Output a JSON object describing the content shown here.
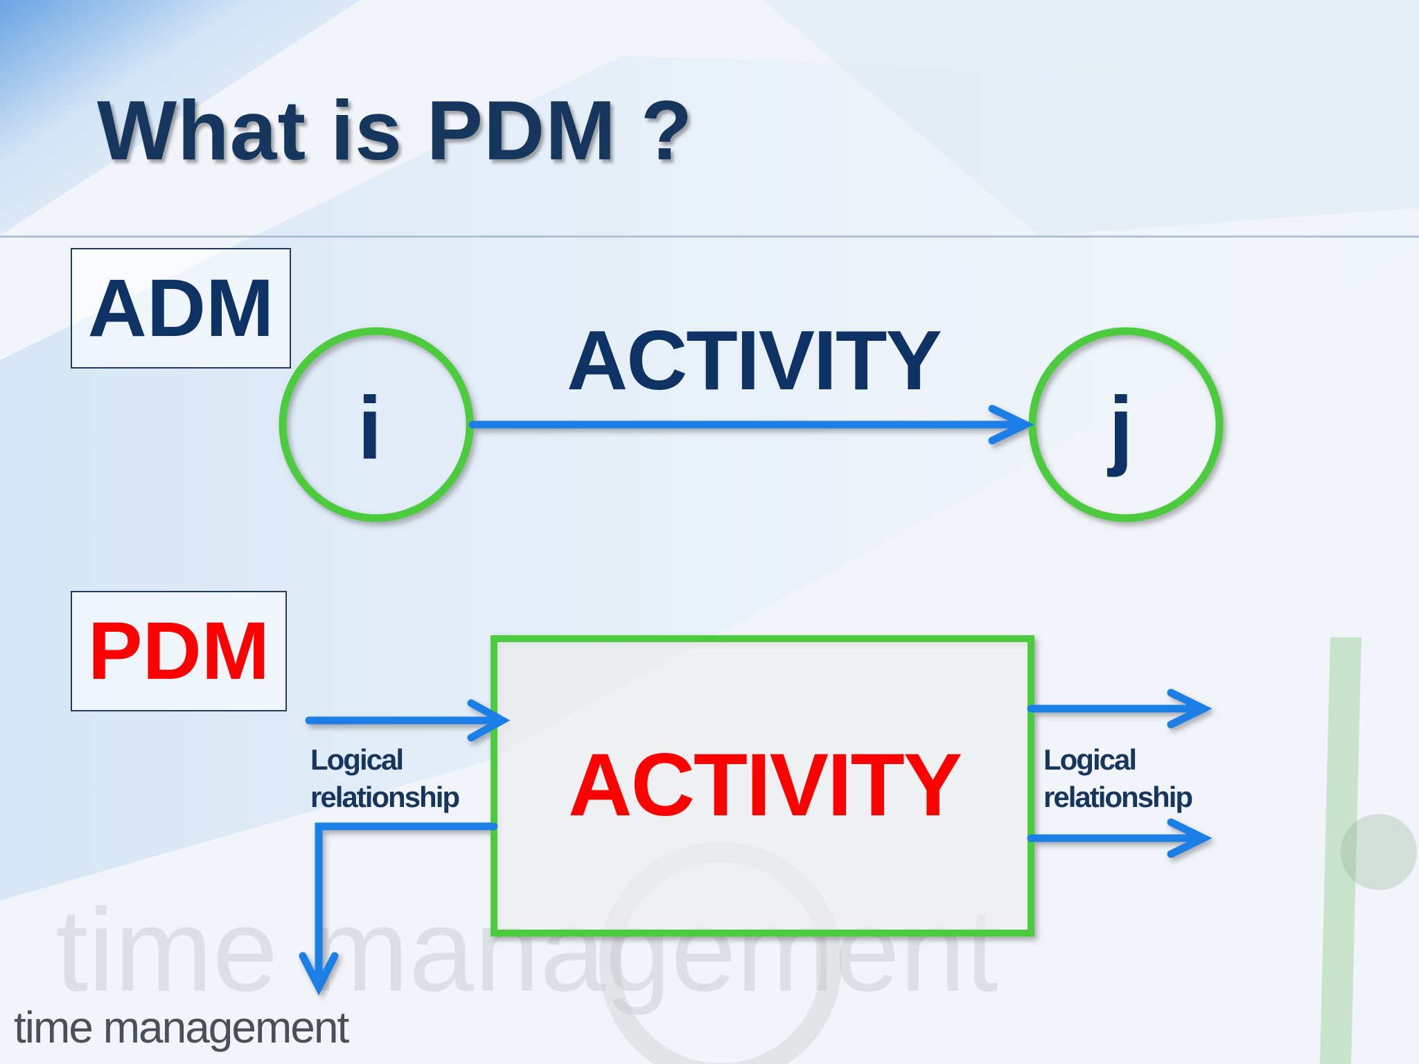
{
  "title": "What is PDM ?",
  "adm": {
    "box_label": "ADM",
    "activity_label": "ACTIVITY",
    "start_node": "i",
    "end_node": "j"
  },
  "pdm": {
    "box_label": "PDM",
    "activity_label": "ACTIVITY",
    "left_relationship": [
      "Logical",
      "relationship"
    ],
    "right_relationship": [
      "Logical",
      "relationship"
    ]
  },
  "footer": "time management",
  "colors": {
    "title": "#17365d",
    "pdm_red": "#ff0000",
    "arrow_blue": "#1e7fe8",
    "node_green": "#4ccb3c"
  }
}
